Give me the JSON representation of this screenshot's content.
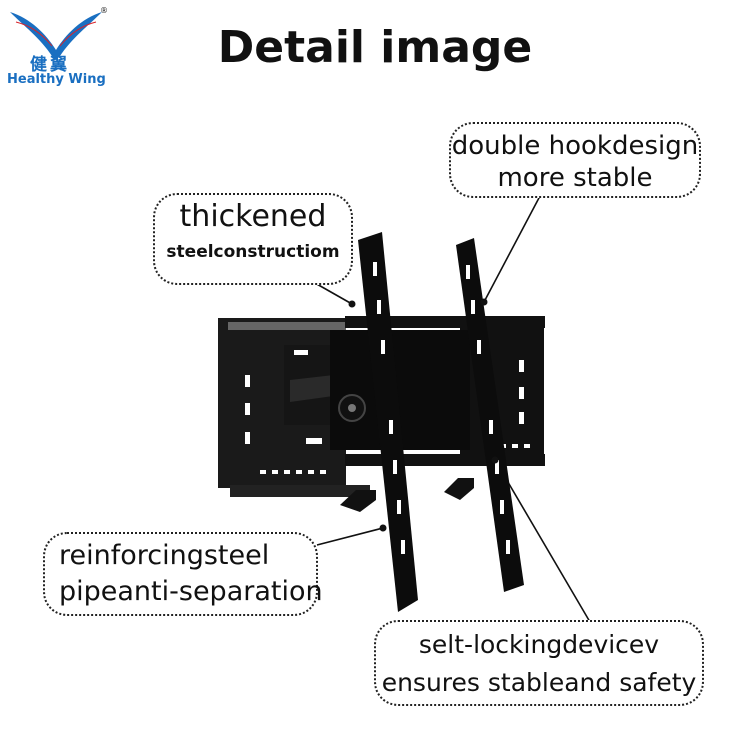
{
  "logo": {
    "brand_cn": "健翼",
    "brand_en": "Healthy Wing",
    "registered": "®"
  },
  "title": "Detail image",
  "callouts": {
    "hook": [
      "double hookdesign",
      "more stable"
    ],
    "thick": [
      "thickened",
      "steelconstructiom"
    ],
    "pipe": [
      "reinforcingsteel",
      "pipeanti-separation"
    ],
    "lock": [
      "selt-lockingdevicev",
      "ensures stableand safety"
    ]
  },
  "colors": {
    "logo_blue": "#1a6fc1",
    "logo_red": "#d8232a",
    "metal": "#0e0e0e"
  }
}
